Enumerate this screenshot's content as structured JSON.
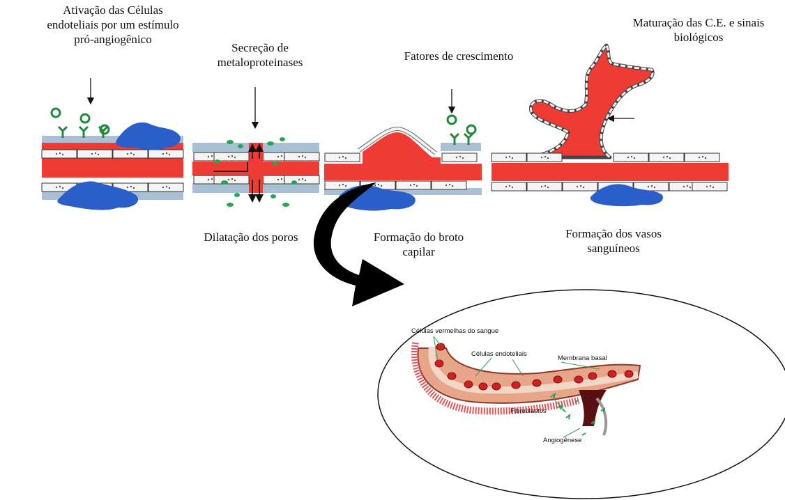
{
  "captions": {
    "stage1": [
      "Ativação das Células",
      "endoteliais por um estímulo",
      "pró-angiogênico"
    ],
    "stage2": [
      "Secreção de",
      "metaloproteinases"
    ],
    "stage3": [
      "Fatores de crescimento"
    ],
    "stage4": [
      "Maturação das C.E. e sinais",
      "biológicos"
    ],
    "pores": [
      "Dilatação  dos poros"
    ],
    "sprout": [
      "Formação do broto",
      "capilar"
    ],
    "vessels": [
      "Formação dos vasos",
      "sanguíneos"
    ]
  },
  "inset": {
    "rbc": "Células vermelhas do sangue",
    "endo": "Células endoteliais",
    "basal": "Membrana basal",
    "fibro": "Fibroblastos",
    "angio": "Angiogênese"
  },
  "colors": {
    "blood": "#ee3b33",
    "endothelial": "#f2f2f2",
    "basal_membrane": "#a9bfd6",
    "pericyte": "#2a5fc9",
    "receptor": "#1f8a3a",
    "mmp": "#2aa35a",
    "arrow": "#000000"
  }
}
